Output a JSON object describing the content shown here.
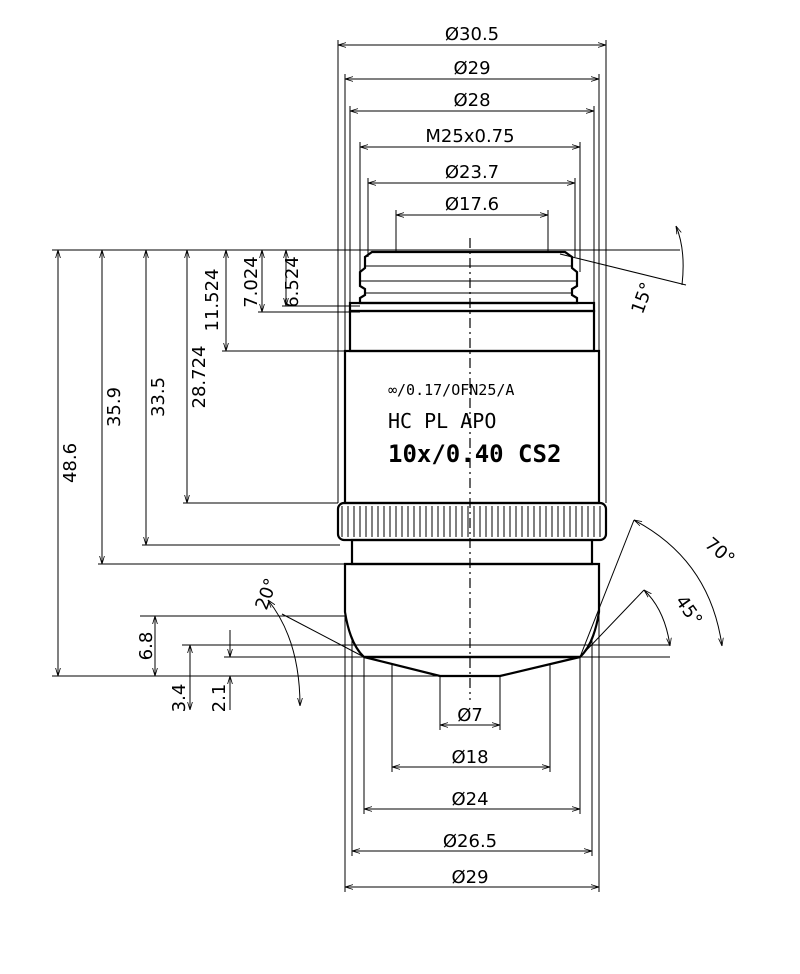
{
  "top_dimensions": [
    "Ø30.5",
    "Ø29",
    "Ø28",
    "M25x0.75",
    "Ø23.7",
    "Ø17.6"
  ],
  "bottom_dimensions": [
    "Ø7",
    "Ø18",
    "Ø24",
    "Ø26.5",
    "Ø29"
  ],
  "vertical_dimensions": [
    "48.6",
    "35.9",
    "33.5",
    "28.724",
    "11.524",
    "7.024",
    "6.524",
    "6.8",
    "3.4",
    "2.1"
  ],
  "angles": [
    "15°",
    "20°",
    "70°",
    "45°"
  ],
  "engraving": {
    "line1": "∞/0.17/OFN25/A",
    "line2": "HC PL APO",
    "line3": "10x/0.40 CS2"
  }
}
